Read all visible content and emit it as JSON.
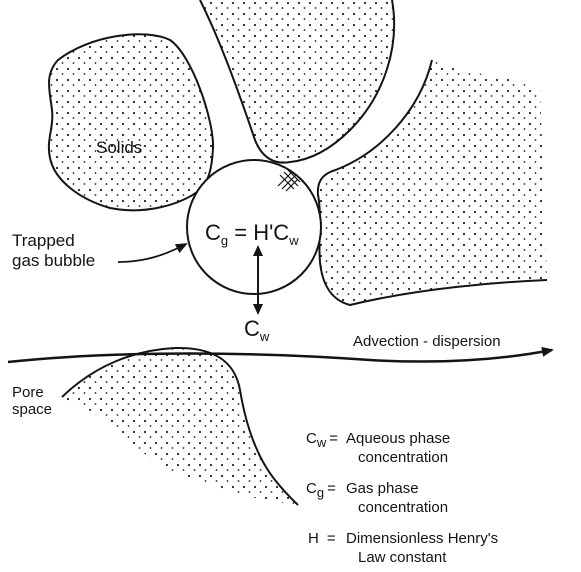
{
  "labels": {
    "solids": "Solids",
    "trapped_line1": "Trapped",
    "trapped_line2": "gas bubble",
    "bubble_cg_main": "C",
    "bubble_cg_sub": "g",
    "bubble_eq_rest": " = H'C",
    "bubble_eq_sub": "w",
    "cw_main": "C",
    "cw_sub": "w",
    "advection": "Advection - dispersion",
    "pore_line1": "Pore",
    "pore_line2": "space"
  },
  "legend": {
    "cw": {
      "symbol": "C",
      "sub": "w",
      "sep": "=",
      "line1": "Aqueous  phase",
      "line2": "concentration"
    },
    "cg": {
      "symbol": "C",
      "sub": "g",
      "sep": "=",
      "line1": "Gas  phase",
      "line2": "concentration"
    },
    "h": {
      "symbol": "H",
      "sep": "=",
      "line1": "Dimensionless  Henry's",
      "line2": "Law  constant"
    }
  },
  "colors": {
    "ink": "#141414",
    "background": "#ffffff"
  }
}
